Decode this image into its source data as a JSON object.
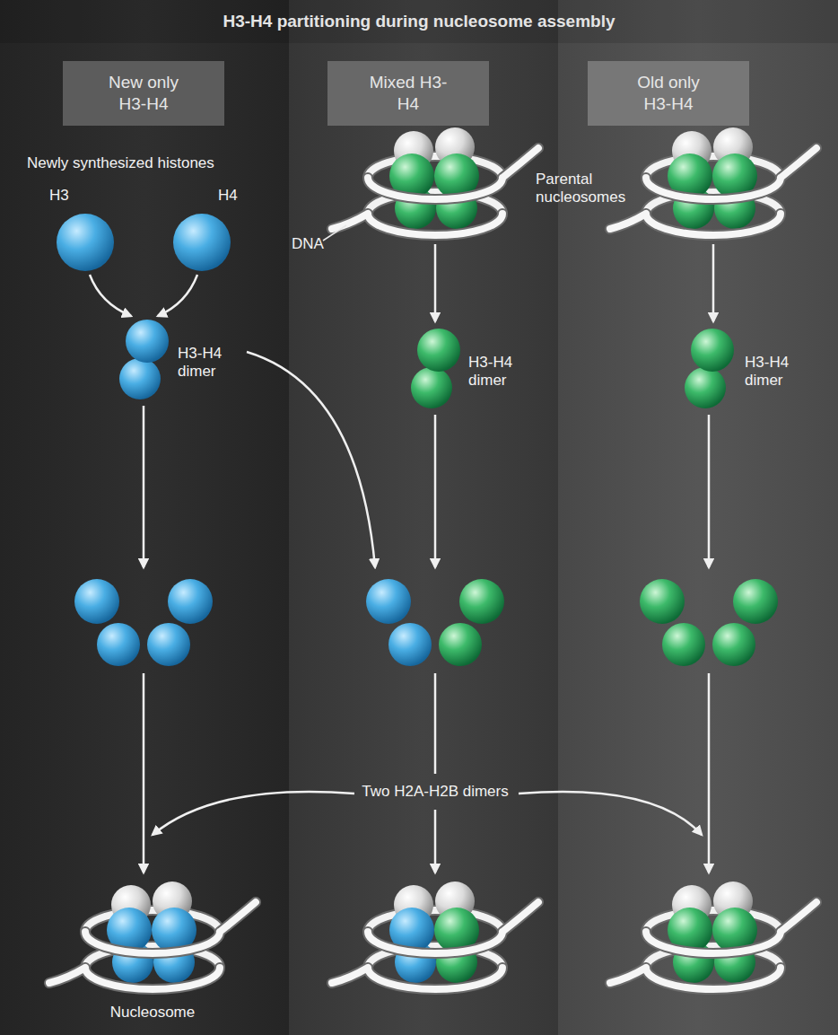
{
  "diagram": {
    "title": "H3-H4 partitioning during nucleosome assembly",
    "nodes": [
      {
        "text": [
          "New only H3-H4"
        ]
      },
      {
        "text": [
          "Mixed H3-H4"
        ]
      },
      {
        "text": [
          "Old only H3-H4"
        ]
      }
    ],
    "labels": [
      "Newly synthesized histones",
      "H3",
      "H4",
      "Parental nucleosomes",
      "DNA",
      "H3-H4 dimer",
      "H3-H4 dimer",
      "H3-H4 dimer",
      "Two H2A-H2B dimers",
      "Nucleosome"
    ]
  }
}
